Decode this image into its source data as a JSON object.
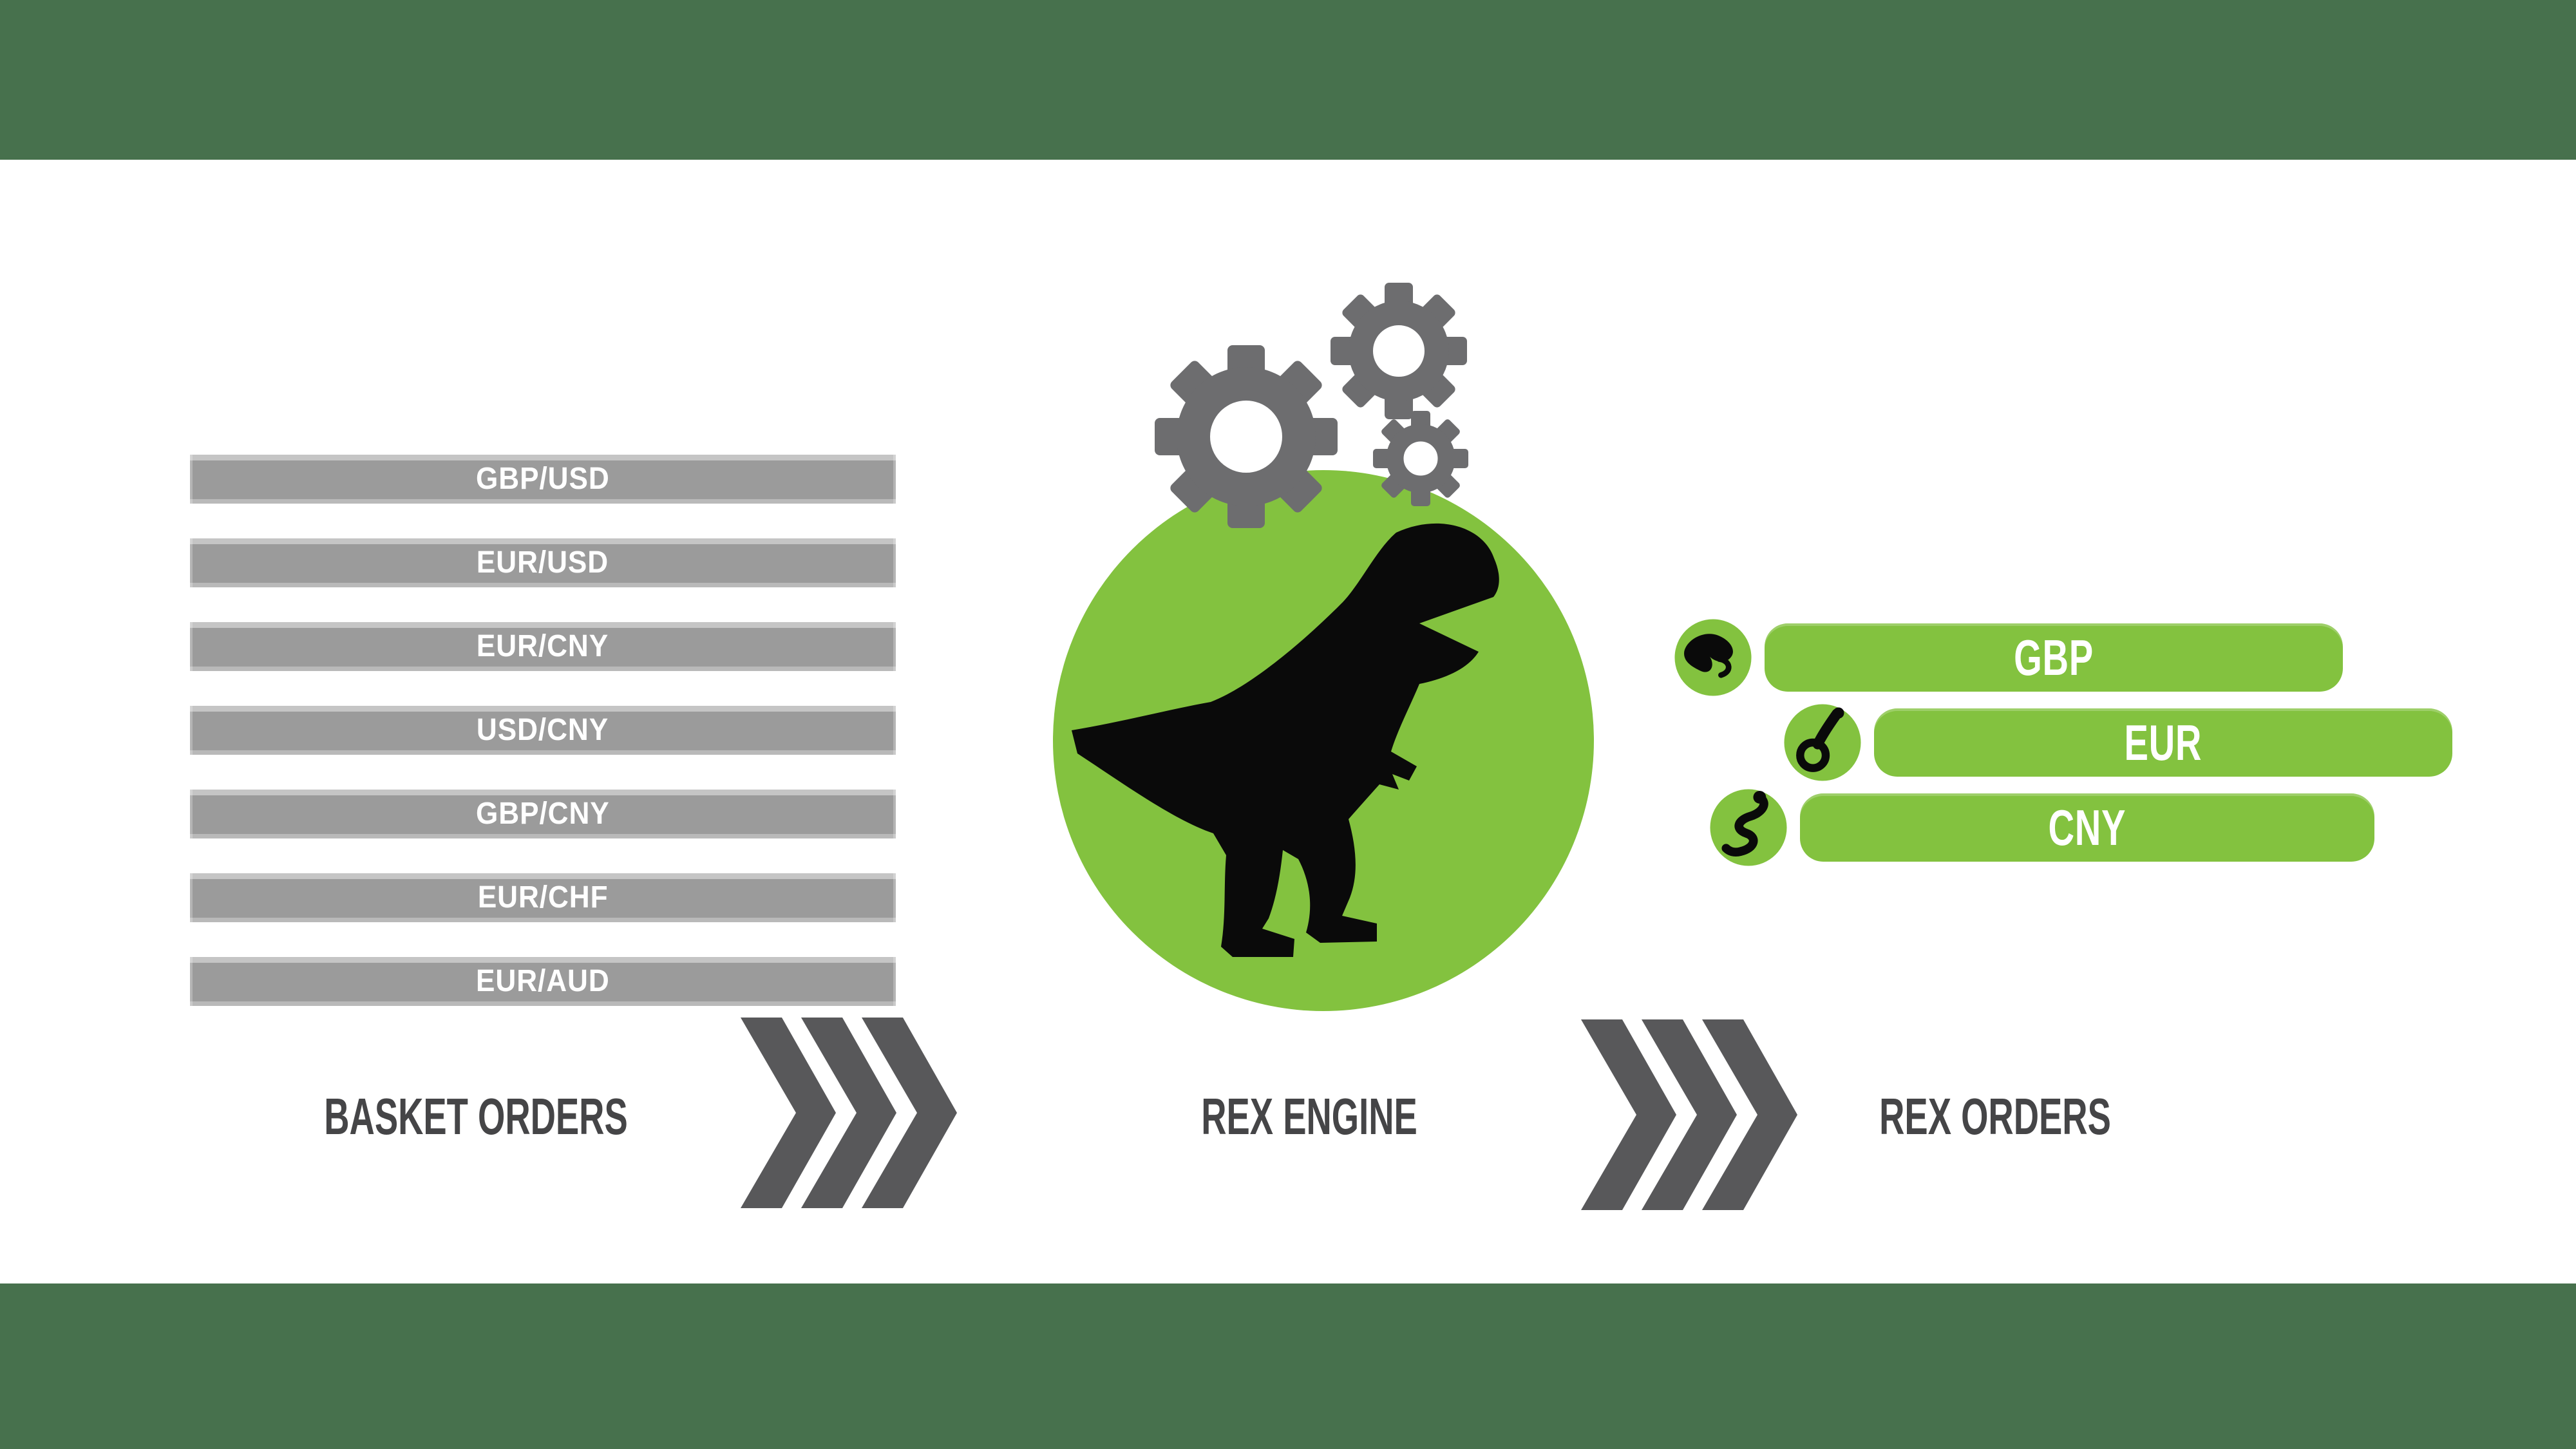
{
  "basket": {
    "label": "BASKET ORDERS",
    "pairs": [
      "GBP/USD",
      "EUR/USD",
      "EUR/CNY",
      "USD/CNY",
      "GBP/CNY",
      "EUR/CHF",
      "EUR/AUD"
    ]
  },
  "engine": {
    "label": "REX ENGINE"
  },
  "rex_orders": {
    "label": "REX ORDERS",
    "rows": [
      {
        "code": "GBP",
        "icon": "chameleon-icon"
      },
      {
        "code": "EUR",
        "icon": "gecko-icon"
      },
      {
        "code": "CNY",
        "icon": "snake-icon"
      }
    ]
  },
  "colors": {
    "band_green": "#47714d",
    "bright_green": "#83c23f",
    "bar_gray": "#9b9b9b",
    "chevron_gray": "#58585a",
    "gear_gray": "#6d6d6f",
    "label_gray": "#454547",
    "dino_black": "#0a0a0a",
    "text_white": "#ffffff"
  }
}
